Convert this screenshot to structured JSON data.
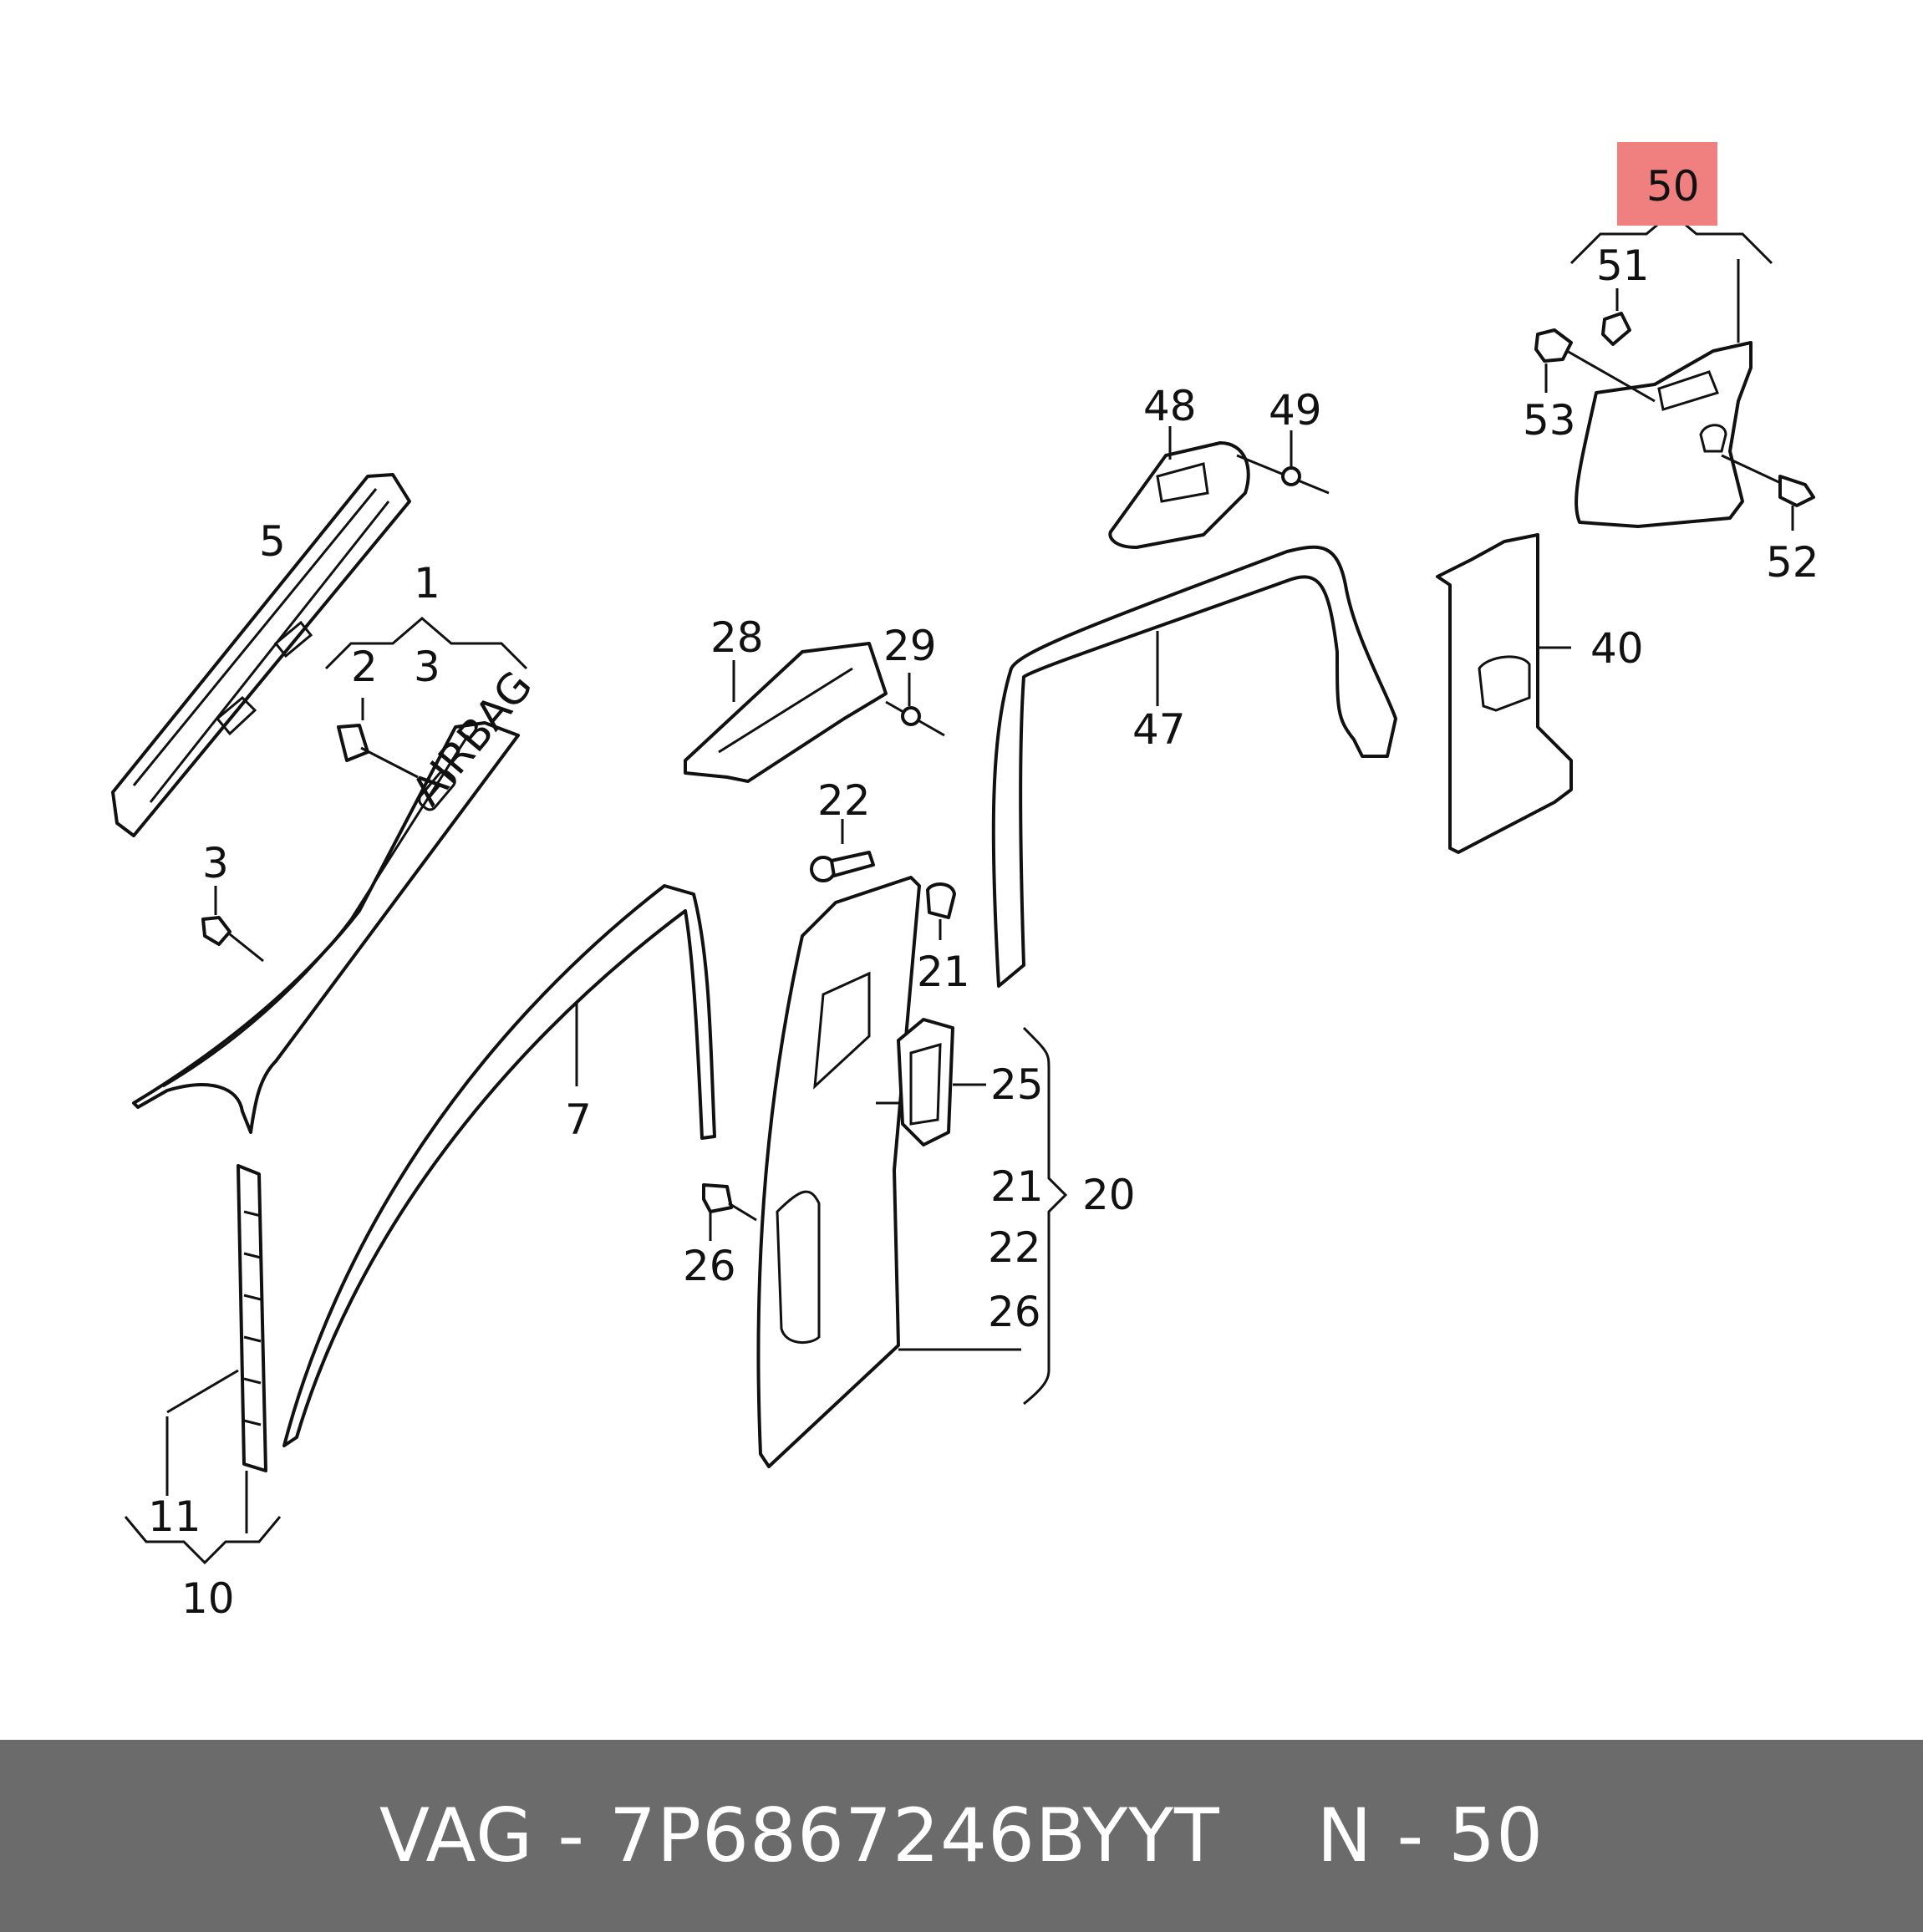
{
  "diagram": {
    "highlight_color": "#f08080",
    "labels": {
      "l50": "50",
      "l51": "51",
      "l52": "52",
      "l53": "53",
      "l48": "48",
      "l49": "49",
      "l47": "47",
      "l40": "40",
      "l28": "28",
      "l29": "29",
      "l5": "5",
      "l1": "1",
      "l2": "2",
      "l3a": "3",
      "l3b": "3",
      "l7": "7",
      "l22a": "22",
      "l21a": "21",
      "l25": "25",
      "l21b": "21",
      "l22b": "22",
      "l26b": "26",
      "l20": "20",
      "l26a": "26",
      "l11": "11",
      "l10": "10"
    },
    "stamp_text": "AIRBAG"
  },
  "footer": {
    "text": "VAG - 7P6867246BYYT    N - 50",
    "background": "#6b6b6b"
  }
}
